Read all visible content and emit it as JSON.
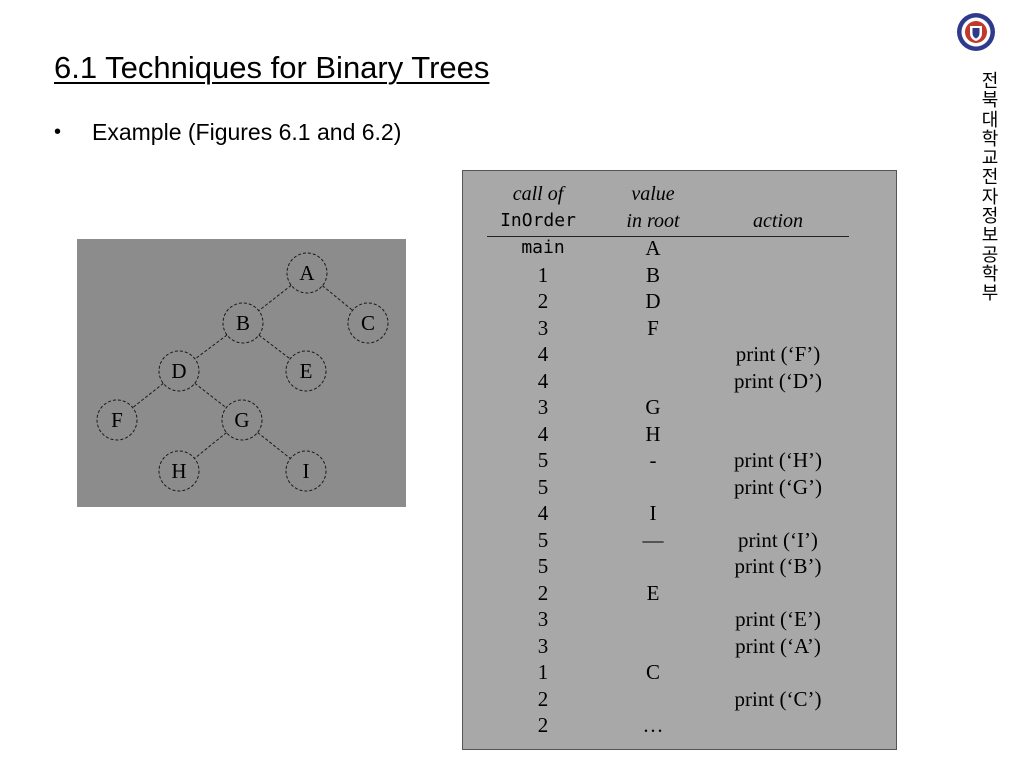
{
  "slide": {
    "title": "6.1 Techniques for Binary Trees",
    "bullet_symbol": "•",
    "bullet_text": "Example (Figures 6.1 and 6.2)",
    "sidebar_text": "전북대학교 전자정보공학부"
  },
  "tree": {
    "nodes": [
      {
        "id": "A",
        "label": "A"
      },
      {
        "id": "B",
        "label": "B"
      },
      {
        "id": "C",
        "label": "C"
      },
      {
        "id": "D",
        "label": "D"
      },
      {
        "id": "E",
        "label": "E"
      },
      {
        "id": "F",
        "label": "F"
      },
      {
        "id": "G",
        "label": "G"
      },
      {
        "id": "H",
        "label": "H"
      },
      {
        "id": "I",
        "label": "I"
      }
    ],
    "edges": [
      [
        "A",
        "B"
      ],
      [
        "A",
        "C"
      ],
      [
        "B",
        "D"
      ],
      [
        "B",
        "E"
      ],
      [
        "D",
        "F"
      ],
      [
        "D",
        "G"
      ],
      [
        "G",
        "H"
      ],
      [
        "G",
        "I"
      ]
    ]
  },
  "trace_table": {
    "headers": {
      "call_line1": "call of",
      "call_line2": "InOrder",
      "value_line1": "value",
      "value_line2": "in root",
      "action": "action"
    },
    "rows": [
      {
        "call": "main",
        "value": "A",
        "action": ""
      },
      {
        "call": "1",
        "value": "B",
        "action": ""
      },
      {
        "call": "2",
        "value": "D",
        "action": ""
      },
      {
        "call": "3",
        "value": "F",
        "action": ""
      },
      {
        "call": "4",
        "value": "",
        "action": "print (‘F’)"
      },
      {
        "call": "4",
        "value": "",
        "action": "print (‘D’)"
      },
      {
        "call": "3",
        "value": "G",
        "action": ""
      },
      {
        "call": "4",
        "value": "H",
        "action": ""
      },
      {
        "call": "5",
        "value": "-",
        "action": "print (‘H’)"
      },
      {
        "call": "5",
        "value": "",
        "action": "print (‘G’)"
      },
      {
        "call": "4",
        "value": "I",
        "action": ""
      },
      {
        "call": "5",
        "value": "—",
        "action": "print (‘I’)"
      },
      {
        "call": "5",
        "value": "",
        "action": "print (‘B’)"
      },
      {
        "call": "2",
        "value": "E",
        "action": ""
      },
      {
        "call": "3",
        "value": "",
        "action": "print (‘E’)"
      },
      {
        "call": "3",
        "value": "",
        "action": "print (‘A’)"
      },
      {
        "call": "1",
        "value": "C",
        "action": ""
      },
      {
        "call": "2",
        "value": "",
        "action": "print (‘C’)"
      },
      {
        "call": "2",
        "value": "…",
        "action": ""
      }
    ]
  },
  "colors": {
    "tree_background": "#8c8c8c",
    "table_background": "#a8a8a8",
    "logo_ring": "#2e3a8c",
    "logo_center": "#c0392b"
  }
}
